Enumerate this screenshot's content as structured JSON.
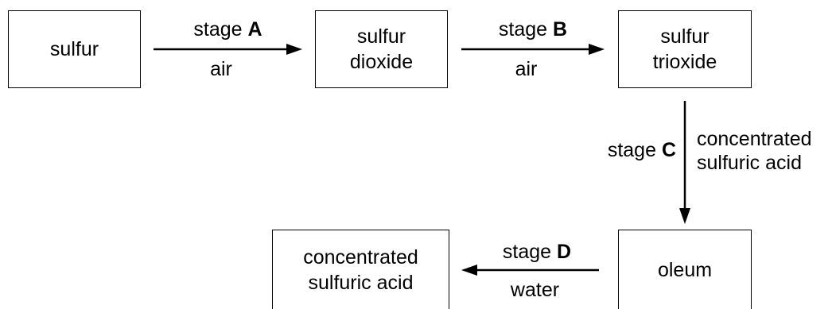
{
  "nodes": {
    "sulfur": {
      "lines": [
        "sulfur"
      ]
    },
    "sulfur_dioxide": {
      "lines": [
        "sulfur",
        "dioxide"
      ]
    },
    "sulfur_trioxide": {
      "lines": [
        "sulfur",
        "trioxide"
      ]
    },
    "oleum": {
      "lines": [
        "oleum"
      ]
    },
    "concentrated_sulfuric_acid": {
      "lines": [
        "concentrated",
        "sulfuric acid"
      ]
    }
  },
  "stages": {
    "A": {
      "prefix": "stage",
      "letter": "A",
      "reagent": [
        "air"
      ]
    },
    "B": {
      "prefix": "stage",
      "letter": "B",
      "reagent": [
        "air"
      ]
    },
    "C": {
      "prefix": "stage",
      "letter": "C",
      "reagent": [
        "concentrated",
        "sulfuric acid"
      ]
    },
    "D": {
      "prefix": "stage",
      "letter": "D",
      "reagent": [
        "water"
      ]
    }
  },
  "colors": {
    "line": "#000000",
    "background": "#ffffff"
  }
}
